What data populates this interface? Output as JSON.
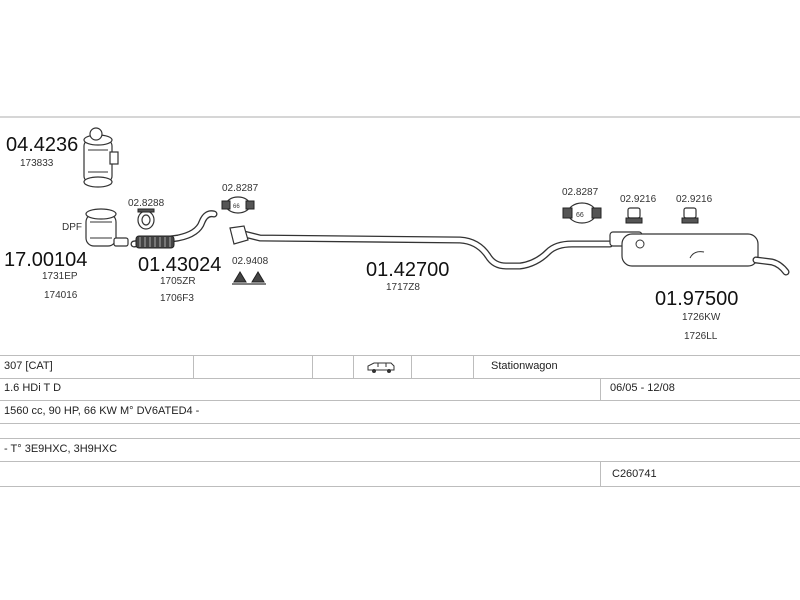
{
  "parts": {
    "p_04_4236": {
      "number": "04.4236",
      "refs": [
        "173833"
      ]
    },
    "dpf": {
      "label": "DPF",
      "number": "17.00104",
      "refs": [
        "1731EP",
        "174016"
      ]
    },
    "clamp_02_8288": {
      "number": "02.8288"
    },
    "flex_01_43024": {
      "number": "01.43024",
      "refs": [
        "1705ZR",
        "1706F3"
      ]
    },
    "clamp_02_8287_a": {
      "number": "02.8287"
    },
    "mount_02_9408": {
      "number": "02.9408"
    },
    "pipe_01_42700": {
      "number": "01.42700",
      "refs": [
        "1717Z8"
      ]
    },
    "clamp_02_8287_b": {
      "number": "02.8287"
    },
    "mount_02_9216_a": {
      "number": "02.9216"
    },
    "mount_02_9216_b": {
      "number": "02.9216"
    },
    "muffler_01_97500": {
      "number": "01.97500",
      "refs": [
        "1726KW",
        "1726LL"
      ]
    }
  },
  "table": {
    "row1": {
      "model": "307  [CAT]",
      "body": "Stationwagon"
    },
    "row2": {
      "engine": "1.6 HDi T D",
      "years": "06/05 - 12/08"
    },
    "row3": {
      "spec": "1560 cc, 90 HP, 66 KW  M° DV6ATED4 -"
    },
    "row4": {
      "type": "- T° 3E9HXC, 3H9HXC"
    },
    "row5": {
      "code": "C260741"
    }
  },
  "colors": {
    "line": "#333333",
    "grid": "#bdbdbd"
  }
}
